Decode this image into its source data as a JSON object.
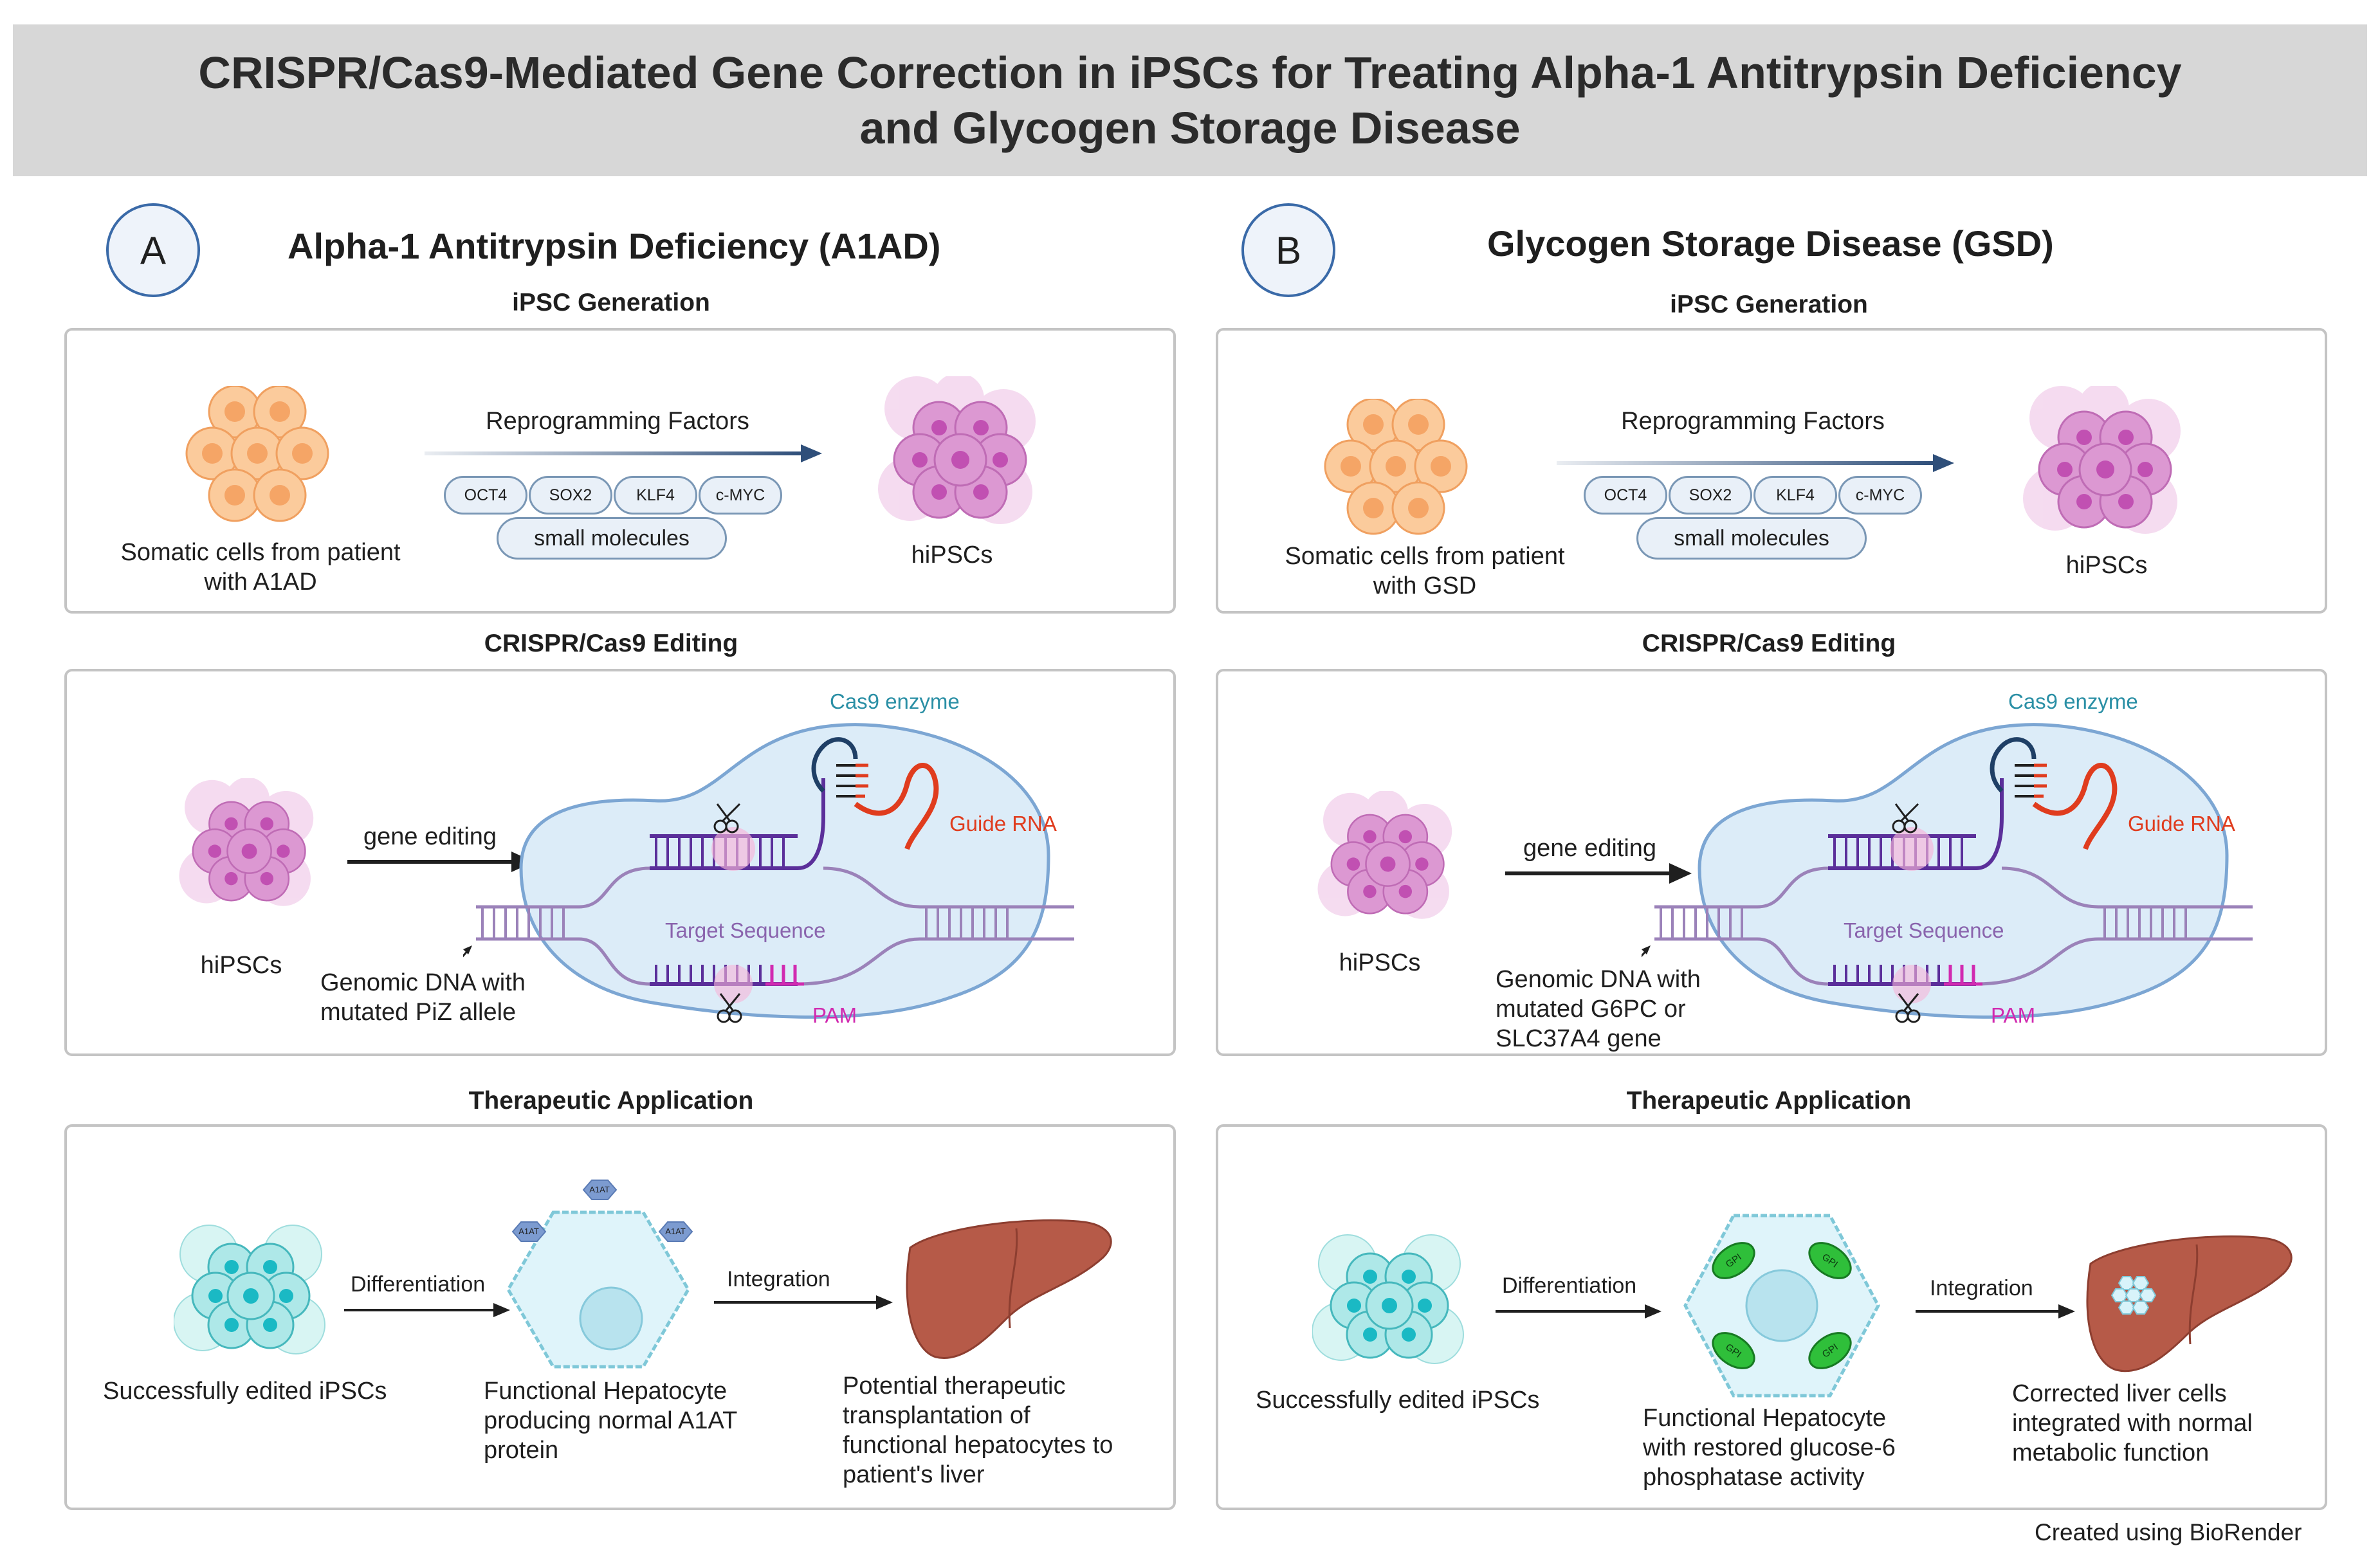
{
  "title": {
    "line1": "CRISPR/Cas9-Mediated Gene Correction in iPSCs for Treating Alpha-1 Antitrypsin Deficiency",
    "line2": "and Glycogen Storage Disease"
  },
  "panels": [
    {
      "badge": "A",
      "title": "Alpha-1 Antitrypsin Deficiency (A1AD)",
      "generation": {
        "heading": "iPSC Generation",
        "source_label": [
          "Somatic cells from patient",
          "with A1AD"
        ],
        "arrow_label": "Reprogramming Factors",
        "factors": [
          "OCT4",
          "SOX2",
          "KLF4",
          "c-MYC"
        ],
        "small_molecules": "small molecules",
        "target_label": "hiPSCs"
      },
      "editing": {
        "heading": "CRISPR/Cas9 Editing",
        "cell_label": "hiPSCs",
        "arrow_label": "gene editing",
        "dna_label": [
          "Genomic DNA with",
          "mutated PiZ allele"
        ],
        "cas9": "Cas9 enzyme",
        "guide_rna": "Guide RNA",
        "target_sequence": "Target Sequence",
        "pam": "PAM"
      },
      "therapy": {
        "heading": "Therapeutic Application",
        "edited_label": "Successfully edited iPSCs",
        "diff_label": "Differentiation",
        "hep_label": [
          "Functional Hepatocyte",
          "producing normal A1AT",
          "protein"
        ],
        "protein_tag": "A1AT",
        "int_label": "Integration",
        "liver_label": [
          "Potential therapeutic",
          "transplantation of",
          "functional hepatocytes to",
          "patient's liver"
        ]
      }
    },
    {
      "badge": "B",
      "title": "Glycogen Storage Disease (GSD)",
      "generation": {
        "heading": "iPSC Generation",
        "source_label": [
          "Somatic cells from patient",
          "with GSD"
        ],
        "arrow_label": "Reprogramming Factors",
        "factors": [
          "OCT4",
          "SOX2",
          "KLF4",
          "c-MYC"
        ],
        "small_molecules": "small molecules",
        "target_label": "hiPSCs"
      },
      "editing": {
        "heading": "CRISPR/Cas9 Editing",
        "cell_label": "hiPSCs",
        "arrow_label": "gene editing",
        "dna_label": [
          "Genomic DNA with",
          "mutated G6PC  or",
          "SLC37A4 gene"
        ],
        "cas9": "Cas9 enzyme",
        "guide_rna": "Guide RNA",
        "target_sequence": "Target Sequence",
        "pam": "PAM"
      },
      "therapy": {
        "heading": "Therapeutic Application",
        "edited_label": "Successfully edited iPSCs",
        "diff_label": "Differentiation",
        "hep_label": [
          "Functional Hepatocyte",
          "with restored glucose-6",
          "phosphatase activity"
        ],
        "protein_tag": "GPI",
        "int_label": "Integration",
        "liver_label": [
          "Corrected liver cells",
          "integrated with normal",
          "metabolic function"
        ]
      }
    }
  ],
  "credit": "Created using BioRender"
}
